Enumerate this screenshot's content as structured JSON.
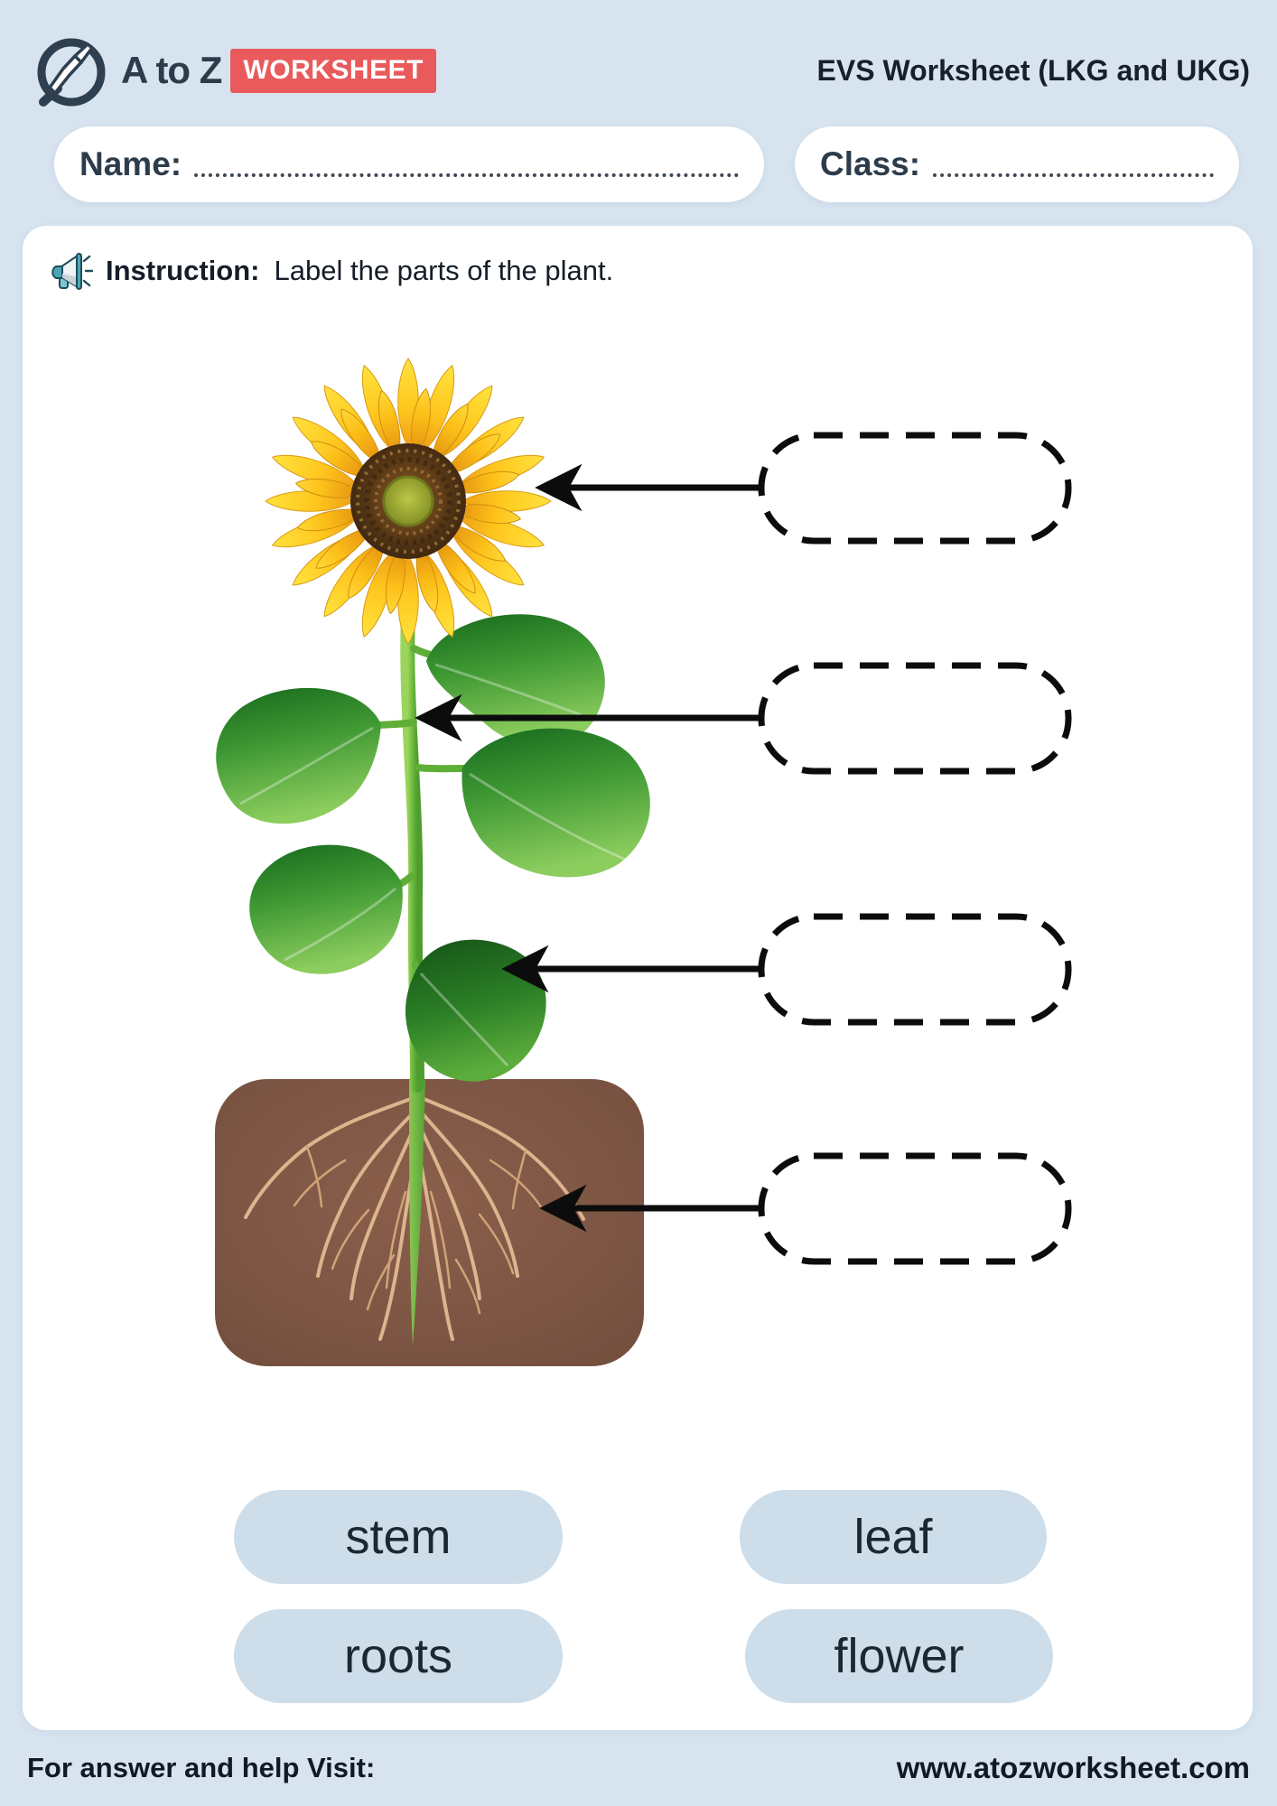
{
  "header": {
    "brand": "A to Z",
    "badge": "WORKSHEET",
    "title": "EVS Worksheet (LKG and UKG)"
  },
  "fields": {
    "name_label": "Name:",
    "class_label": "Class:"
  },
  "instruction": {
    "heading": "Instruction:",
    "text": "Label the parts of the plant."
  },
  "diagram": {
    "answer_box_count": 4,
    "label_targets": [
      "flower",
      "stem",
      "leaf",
      "roots"
    ]
  },
  "word_bank": [
    "stem",
    "leaf",
    "roots",
    "flower"
  ],
  "footer": {
    "left": "For answer and help Visit:",
    "right": "www.atozworksheet.com"
  },
  "colors": {
    "page_bg": "#d7e4f0",
    "card_bg": "#ffffff",
    "accent_red": "#e85a5c",
    "ink": "#16202c",
    "word_pill_bg": "#cdddea",
    "soil_brown": "#7b5443",
    "root_tan": "#dcb48e",
    "leaf_green": "#2f8f2b",
    "petal_yellow": "#ffd41f"
  }
}
